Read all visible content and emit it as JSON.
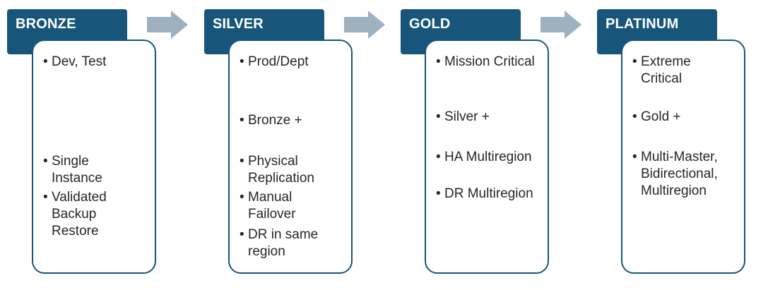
{
  "tiers": [
    {
      "name": "BRONZE",
      "bullets": [
        "Dev, Test",
        "Single Instance",
        "Validated Backup Restore"
      ]
    },
    {
      "name": "SILVER",
      "bullets": [
        "Prod/Dept",
        "Bronze +",
        "Physical Replication",
        "Manual Failover",
        "DR in same region"
      ]
    },
    {
      "name": "GOLD",
      "bullets": [
        "Mission Critical",
        "Silver +",
        "HA Multiregion",
        "DR Multiregion"
      ]
    },
    {
      "name": "PLATINUM",
      "bullets": [
        "Extreme Critical",
        "Gold +",
        "Multi-Master, Bidirectional, Multiregion"
      ]
    }
  ],
  "colors": {
    "header_fill": "#17567a",
    "card_border": "#17567a",
    "arrow_fill": "#9fb1bf",
    "text": "#262626"
  },
  "icons": {
    "bullet": "•"
  }
}
